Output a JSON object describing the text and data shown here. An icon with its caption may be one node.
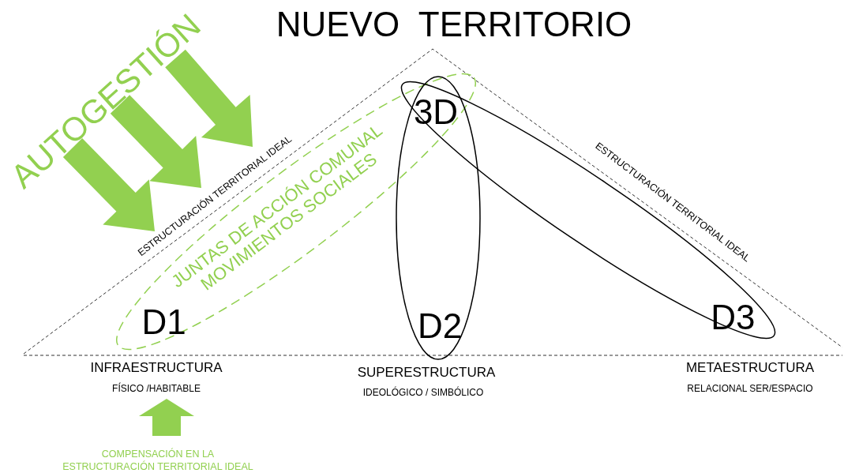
{
  "diagram": {
    "title": "NUEVO  TERRITORIO",
    "nodes": [
      {
        "text": [
          "JUNTAS DE ACCIÓN COMUNAL MOVIMIENTOS SOCIALES",
          "D1"
        ]
      },
      {
        "text": [
          "D2"
        ]
      },
      {
        "text": [
          "D3"
        ]
      }
    ],
    "labels": [
      "AUTOGESTIÓN",
      "3D",
      "ESTRUCTURACIÓN TERRITORIAL IDEAL",
      "ESTRUCTURACIÓN TERRITORIAL IDEAL",
      "INFRAESTRUCTURA",
      "FÍSICO /HABITABLE",
      "SUPERESTRUCTURA",
      "IDEOLÓGICO / SIMBÓLICO",
      "METAESTRUCTURA",
      "RELACIONAL SER/ESPACIO",
      "COMPENSACIÓN EN LA ESTRUCTURACIÓN TERRITORIAL IDEAL"
    ]
  }
}
